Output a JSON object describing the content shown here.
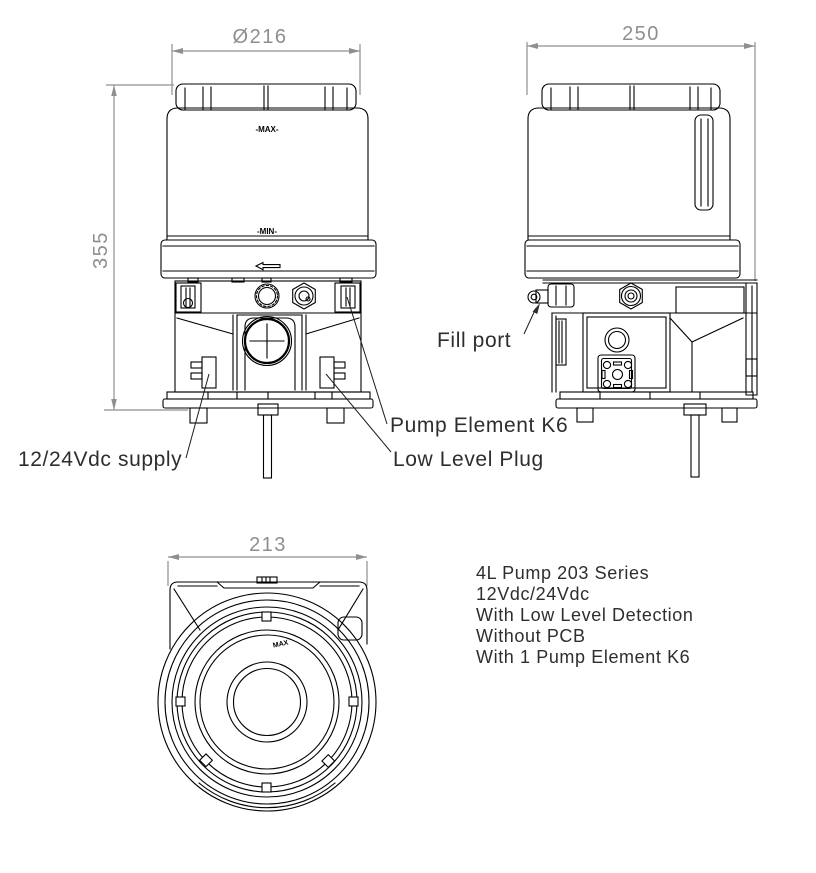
{
  "views": {
    "front": {
      "dim_diameter": "Ø216",
      "dim_height": "355",
      "max": "-MAX-",
      "min": "-MIN-"
    },
    "side": {
      "dim_depth": "250"
    },
    "top": {
      "dim_width": "213",
      "marking": "MAX"
    }
  },
  "callouts": {
    "fill_port": "Fill port",
    "pump_element": "Pump Element K6",
    "low_level_plug": "Low Level Plug",
    "supply": "12/24Vdc supply"
  },
  "description": {
    "lines": [
      "4L Pump 203 Series",
      "12Vdc/24Vdc",
      "With Low Level Detection",
      "Without PCB",
      "With 1 Pump Element K6"
    ]
  },
  "colors": {
    "line": "#000000",
    "dimension": "#8f8f8f",
    "label": "#2e2e2e"
  }
}
